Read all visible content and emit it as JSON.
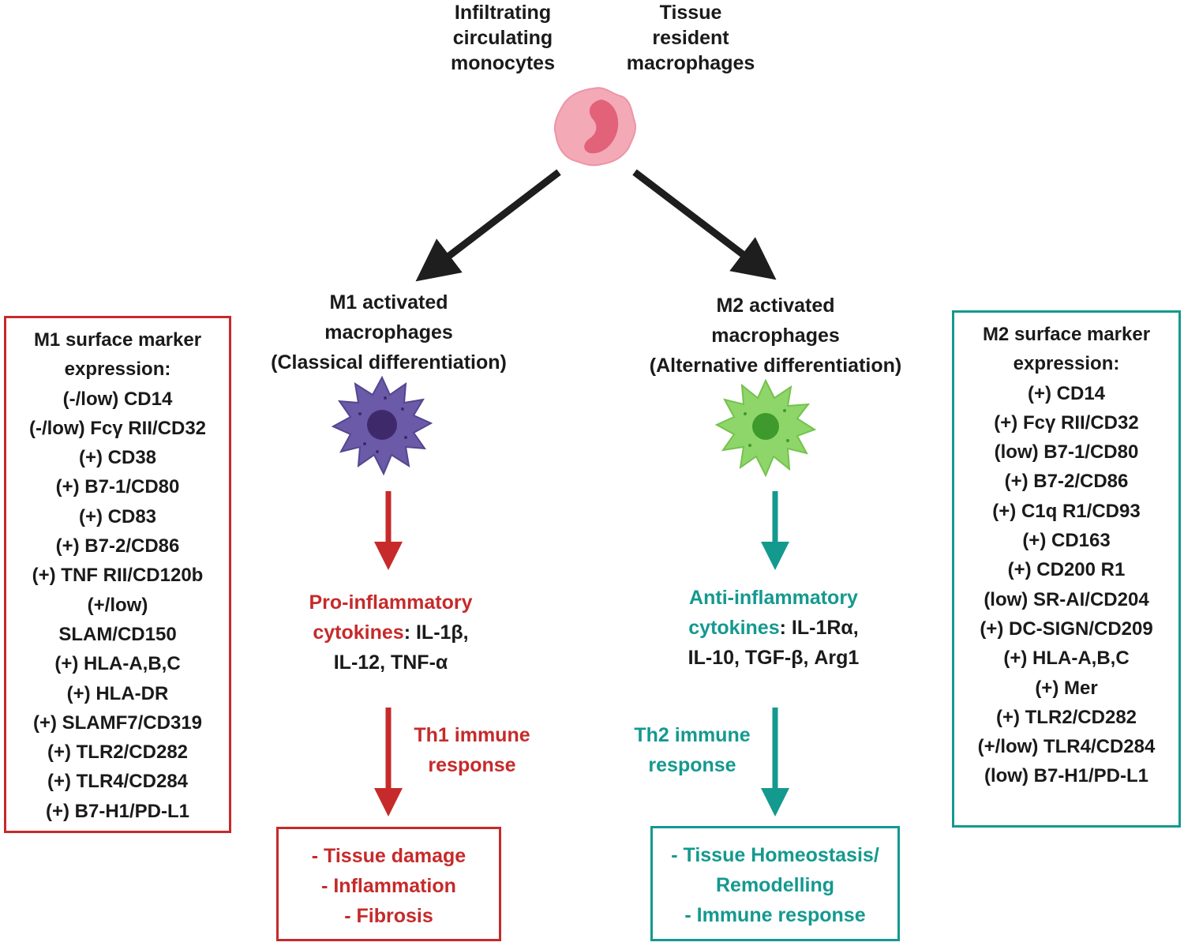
{
  "top": {
    "monocytes": [
      "Infiltrating",
      "circulating",
      "monocytes"
    ],
    "resident": [
      "Tissue",
      "resident",
      "macrophages"
    ]
  },
  "m1": {
    "title": [
      "M1 activated",
      "macrophages",
      "(Classical differentiation)"
    ],
    "cytokines_label_1": "Pro-inflammatory",
    "cytokines_label_2": "cytokines",
    "cytokines_rest": ": IL-1β,",
    "cytokines_line3": "IL-12, TNF-α",
    "response": [
      "Th1 immune",
      "response"
    ],
    "outcomes": [
      "- Tissue damage",
      "- Inflammation",
      "- Fibrosis"
    ],
    "markers_title": [
      "M1 surface marker",
      "expression:"
    ],
    "markers": [
      "(-/low) CD14",
      "(-/low) Fcγ RII/CD32",
      "(+) CD38",
      "(+) B7-1/CD80",
      "(+) CD83",
      "(+) B7-2/CD86",
      "(+) TNF RII/CD120b",
      "(+/low)",
      "SLAM/CD150",
      "(+) HLA-A,B,C",
      "(+) HLA-DR",
      "(+) SLAMF7/CD319",
      "(+) TLR2/CD282",
      "(+) TLR4/CD284",
      "(+) B7-H1/PD-L1"
    ]
  },
  "m2": {
    "title": [
      "M2 activated",
      "macrophages",
      "(Alternative differentiation)"
    ],
    "cytokines_label_1": "Anti-inflammatory",
    "cytokines_label_2": "cytokines",
    "cytokines_rest": ": IL-1Rα,",
    "cytokines_line3": "IL-10, TGF-β, Arg1",
    "response": [
      "Th2 immune",
      "response"
    ],
    "outcomes": [
      "- Tissue Homeostasis/",
      "Remodelling",
      "- Immune response"
    ],
    "markers_title": [
      "M2 surface marker",
      "expression:"
    ],
    "markers": [
      "(+) CD14",
      "(+) Fcγ RII/CD32",
      "(low) B7-1/CD80",
      "(+) B7-2/CD86",
      "(+) C1q R1/CD93",
      "(+) CD163",
      "(+) CD200 R1",
      "(low) SR-AI/CD204",
      "(+) DC-SIGN/CD209",
      "(+) HLA-A,B,C",
      "(+) Mer",
      "(+) TLR2/CD282",
      "(+/low) TLR4/CD284",
      "(low) B7-H1/PD-L1"
    ]
  },
  "colors": {
    "m1_accent": "#c62a2a",
    "m2_accent": "#14998f",
    "black_arrow": "#1e1e1e",
    "monocyte_body": "#f4a9b6",
    "monocyte_nucleus": "#e2627a",
    "m1_cell": "#6a5aa8",
    "m1_nucleus": "#3e2a6b",
    "m2_cell": "#8fd66a",
    "m2_nucleus": "#3e9a2c"
  }
}
